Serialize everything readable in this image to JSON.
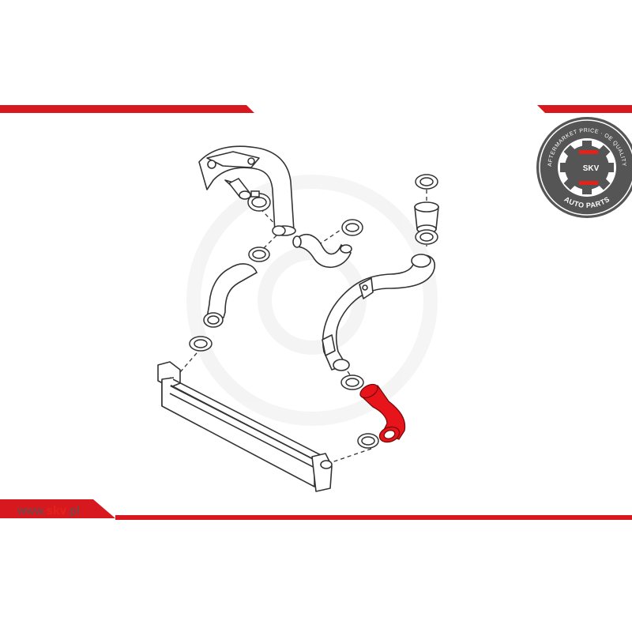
{
  "logo": {
    "brand_text": "SKV",
    "ring_text_top": "AFTERMARKET PRICE · OE QUALITY",
    "ring_text_bottom": "AUTO PARTS",
    "logo_color": "#555555",
    "accent_color": "#e2231a"
  },
  "footer": {
    "website_prefix": "www.",
    "website_brand": "skv",
    "website_suffix": ".pl"
  },
  "diagram": {
    "highlighted_part": "intercooler-outlet-hose",
    "highlight_color": "#e8141b",
    "line_color": "#333333"
  }
}
